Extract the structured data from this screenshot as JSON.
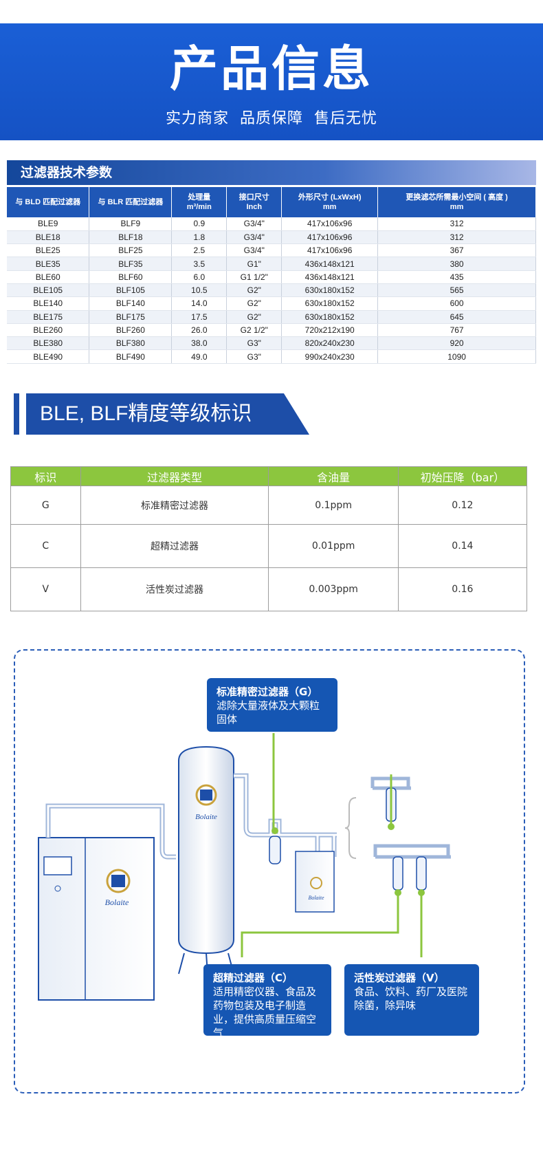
{
  "banner": {
    "title": "产品信息",
    "subtitle": "实力商家  品质保障  售后无忧"
  },
  "spec": {
    "title": "过滤器技术参数",
    "headers": [
      [
        "与 BLD 匹配过滤器",
        ""
      ],
      [
        "与 BLR 匹配过滤器",
        ""
      ],
      [
        "处理量",
        "m³/min"
      ],
      [
        "接口尺寸",
        "Inch"
      ],
      [
        "外形尺寸 (LxWxH)",
        "mm"
      ],
      [
        "更换滤芯所需最小空间 ( 高度 )",
        "mm"
      ]
    ],
    "rows": [
      [
        "BLE9",
        "BLF9",
        "0.9",
        "G3/4\"",
        "417x106x96",
        "312"
      ],
      [
        "BLE18",
        "BLF18",
        "1.8",
        "G3/4\"",
        "417x106x96",
        "312"
      ],
      [
        "BLE25",
        "BLF25",
        "2.5",
        "G3/4\"",
        "417x106x96",
        "367"
      ],
      [
        "BLE35",
        "BLF35",
        "3.5",
        "G1\"",
        "436x148x121",
        "380"
      ],
      [
        "BLE60",
        "BLF60",
        "6.0",
        "G1 1/2\"",
        "436x148x121",
        "435"
      ],
      [
        "BLE105",
        "BLF105",
        "10.5",
        "G2\"",
        "630x180x152",
        "565"
      ],
      [
        "BLE140",
        "BLF140",
        "14.0",
        "G2\"",
        "630x180x152",
        "600"
      ],
      [
        "BLE175",
        "BLF175",
        "17.5",
        "G2\"",
        "630x180x152",
        "645"
      ],
      [
        "BLE260",
        "BLF260",
        "26.0",
        "G2 1/2\"",
        "720x212x190",
        "767"
      ],
      [
        "BLE380",
        "BLF380",
        "38.0",
        "G3\"",
        "820x240x230",
        "920"
      ],
      [
        "BLE490",
        "BLF490",
        "49.0",
        "G3\"",
        "990x240x230",
        "1090"
      ]
    ]
  },
  "accuracy": {
    "title": "BLE, BLF精度等级标识",
    "headers": [
      "标识",
      "过滤器类型",
      "含油量",
      "初始压降（bar）"
    ],
    "rows": [
      [
        "G",
        "标准精密过滤器",
        "0.1ppm",
        "0.12"
      ],
      [
        "C",
        "超精过滤器",
        "0.01ppm",
        "0.14"
      ],
      [
        "V",
        "活性炭过滤器",
        "0.003ppm",
        "0.16"
      ]
    ]
  },
  "diagram": {
    "brand": "Bolaite",
    "callouts": {
      "g": {
        "title": "标准精密过滤器（G）",
        "text": "滤除大量液体及大颗粒固体"
      },
      "c": {
        "title": "超精过滤器（C）",
        "text": "适用精密仪器、食品及药物包装及电子制造业，提供高质量压缩空气"
      },
      "v": {
        "title": "活性炭过滤器（V）",
        "text": "食品、饮料、药厂及医院除菌，除异味"
      }
    }
  }
}
